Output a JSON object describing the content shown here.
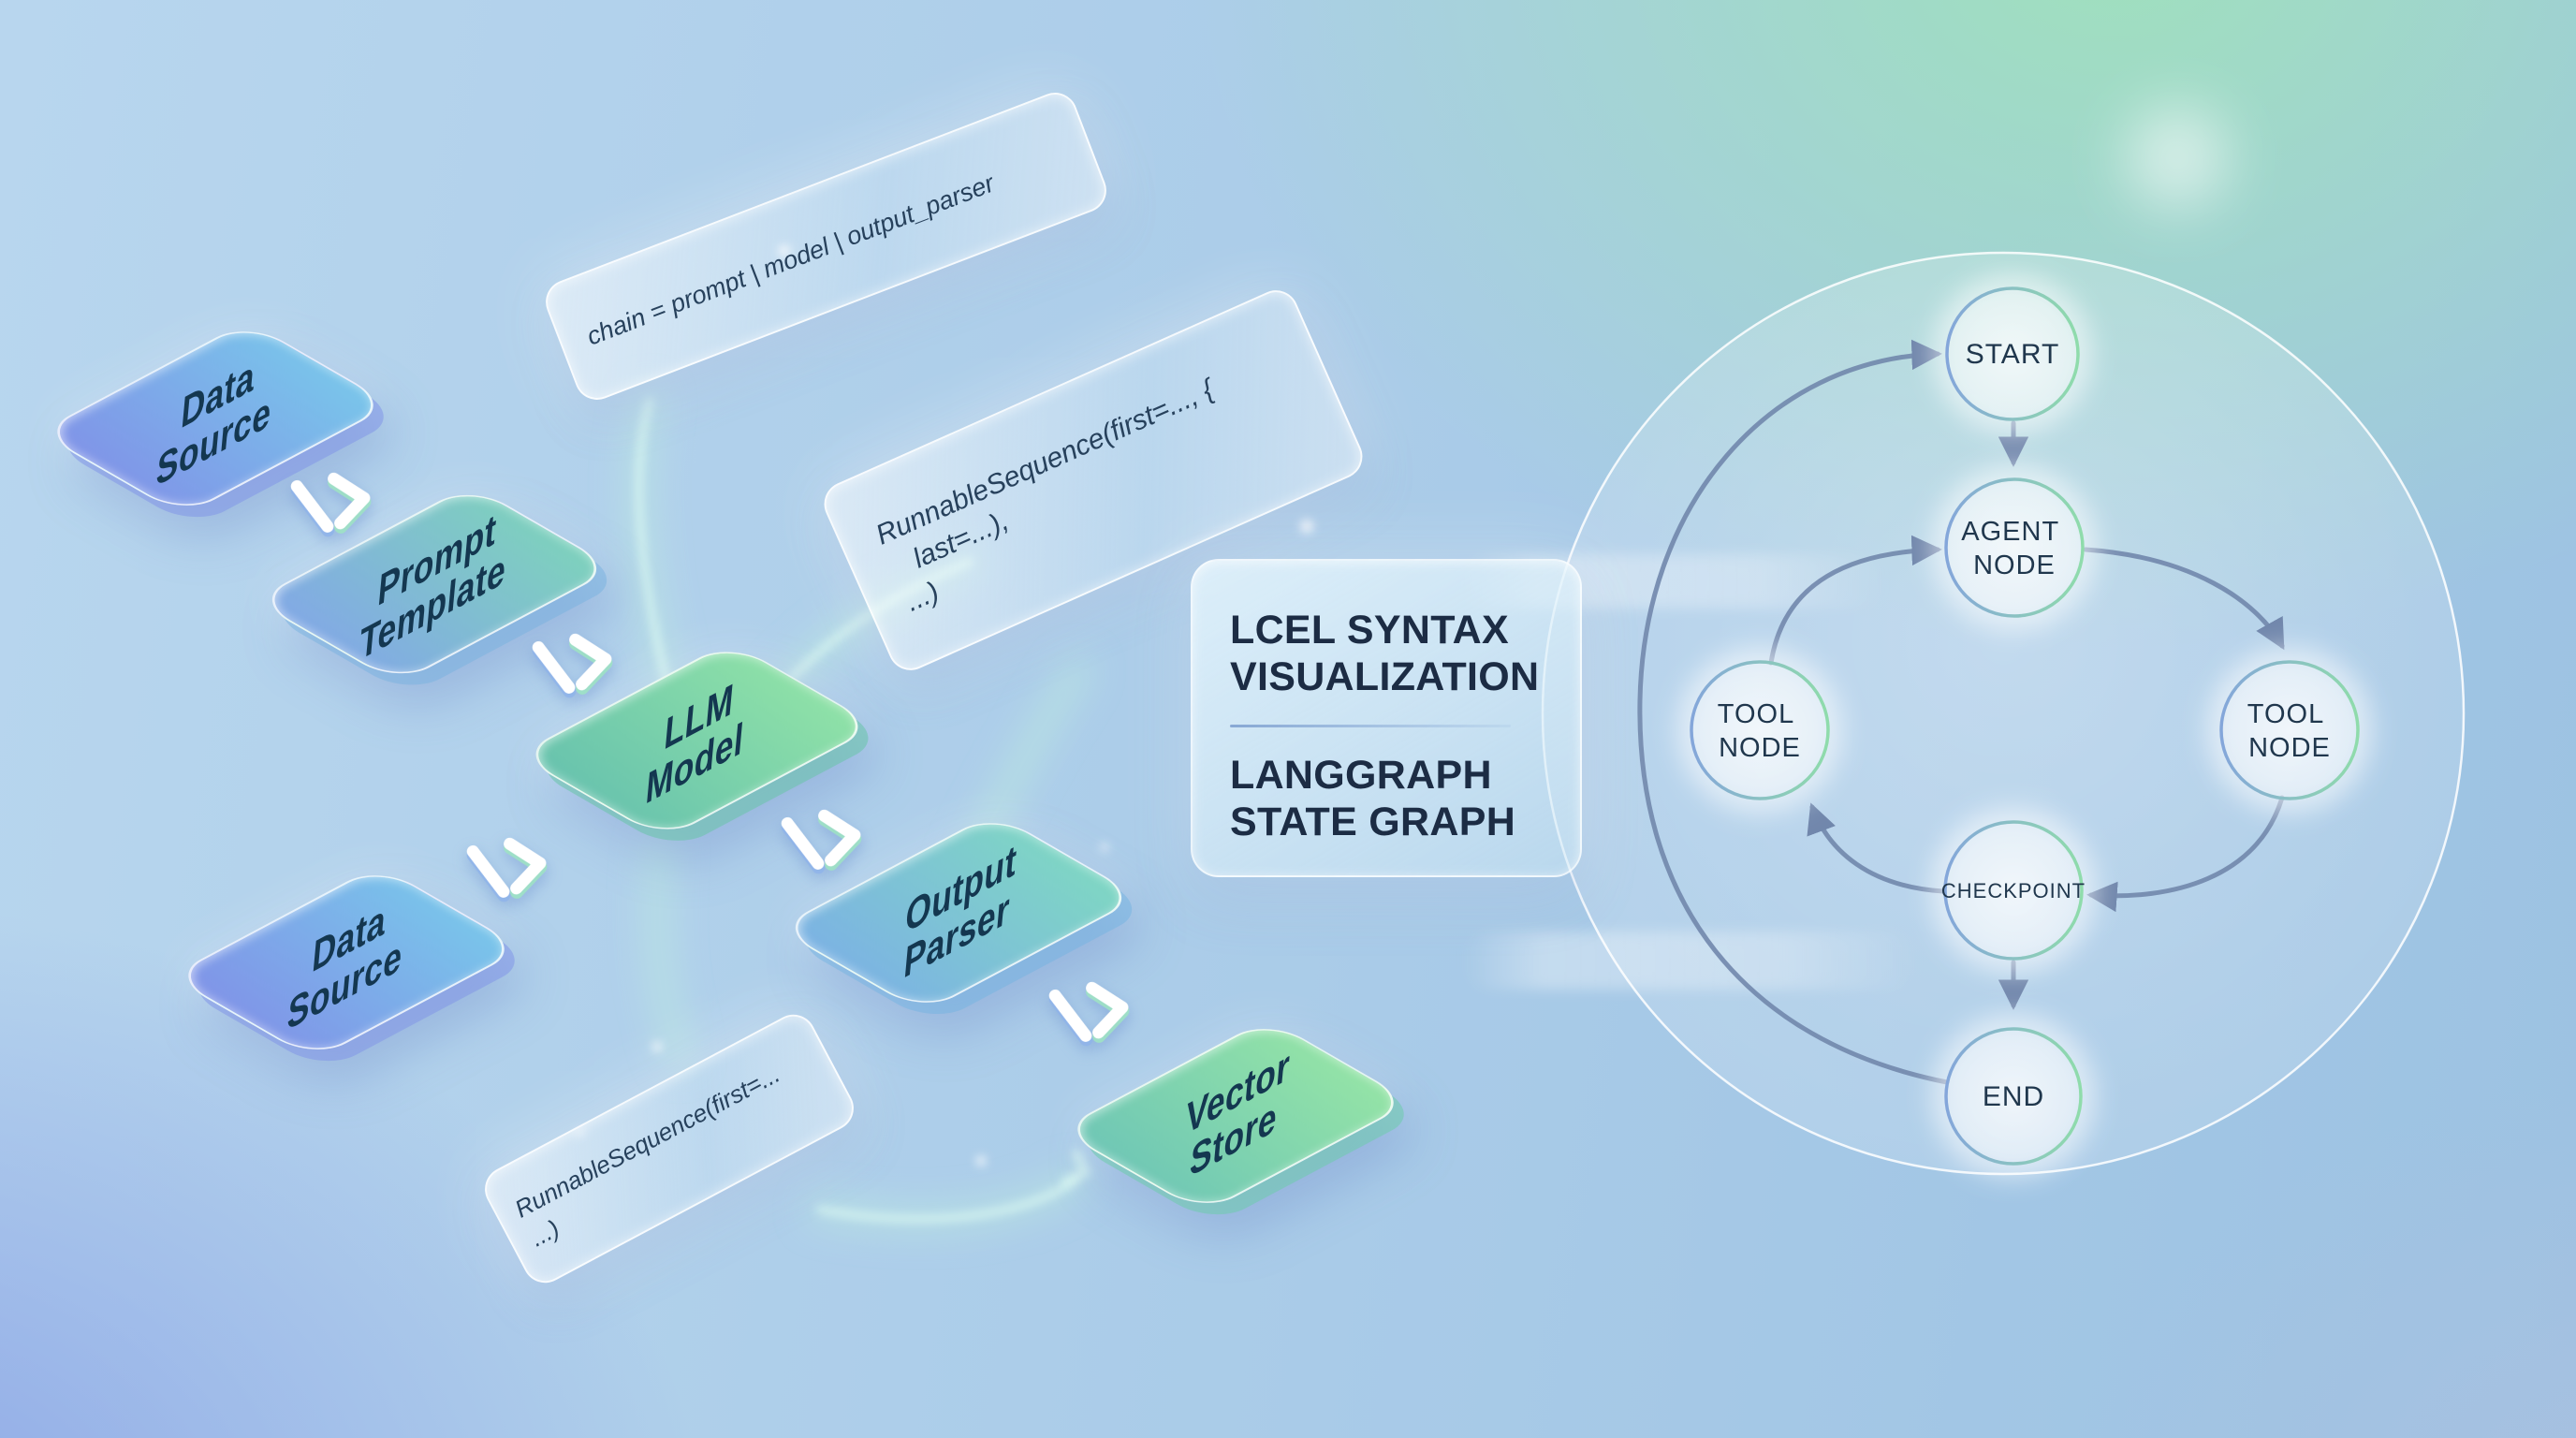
{
  "title_panel": {
    "title_line1": "LCEL SYNTAX",
    "title_line2": "VISUALIZATION",
    "subtitle_line1": "LANGGRAPH",
    "subtitle_line2": "STATE GRAPH"
  },
  "lcel": {
    "tiles": [
      {
        "id": "data-source-1",
        "line1": "Data",
        "line2": "Source"
      },
      {
        "id": "prompt-template",
        "line1": "Prompt",
        "line2": "Template"
      },
      {
        "id": "llm-model",
        "line1": "LLM",
        "line2": "Model"
      },
      {
        "id": "data-source-2",
        "line1": "Data",
        "line2": "Source"
      },
      {
        "id": "output-parser",
        "line1": "Output",
        "line2": "Parser"
      },
      {
        "id": "vector-store",
        "line1": "Vector",
        "line2": "Store"
      }
    ],
    "code_panels": [
      {
        "lines": [
          "chain = prompt | model | output_parser"
        ]
      },
      {
        "lines": [
          "RunnableSequence(first=..., {",
          "last=...),",
          "...)"
        ]
      },
      {
        "lines": [
          "RunnableSequence(first=...",
          "...)"
        ]
      }
    ]
  },
  "state_graph": {
    "nodes": [
      {
        "id": "start",
        "line1": "START"
      },
      {
        "id": "agent-node",
        "line1": "AGENT",
        "line2": "NODE"
      },
      {
        "id": "tool-node-left",
        "line1": "TOOL",
        "line2": "NODE"
      },
      {
        "id": "tool-node-right",
        "line1": "TOOL",
        "line2": "NODE"
      },
      {
        "id": "checkpoint",
        "line1": "CHECKPOINT"
      },
      {
        "id": "end",
        "line1": "END"
      }
    ]
  },
  "icons": {
    "pipe_operator": "|>"
  },
  "colors": {
    "arrow": "#7187ac",
    "node_ring_blue": "#84a6da",
    "node_ring_green": "#8fdcab",
    "tile_text": "#143750",
    "title_text": "#1c2c44",
    "code_text": "#27415c",
    "background_mint": "#9fe0bd",
    "background_periwinkle": "#8ba4e6"
  }
}
